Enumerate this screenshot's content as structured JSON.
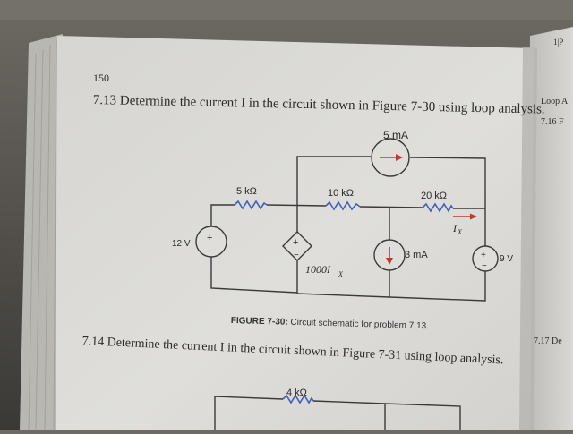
{
  "left_page": {
    "page_number": "150",
    "problem_713": "7.13  Determine the current I  in the circuit shown in Figure 7-30 using loop analysis.",
    "problem_714": "7.14  Determine the current I  in the circuit shown in Figure 7-31 using loop analysis."
  },
  "right_page": {
    "page_number": "1|P",
    "loop_heading": "Loop A",
    "problem_716": "7.16  F",
    "problem_717": "7.17  De"
  },
  "figure_7_30": {
    "caption_label": "FIGURE 7-30:",
    "caption_text": " Circuit schematic for problem 7.13.",
    "voltage_source_left": "12 V",
    "voltage_source_right": "9 V",
    "resistor_1": "5 kΩ",
    "resistor_2": "10 kΩ",
    "resistor_3": "20 kΩ",
    "current_source_top": "5 mA",
    "current_source_middle": "3 mA",
    "dependent_source": "1000I",
    "dependent_source_subscript": "X",
    "current_label": "I",
    "current_label_subscript": "X",
    "plus_sign": "+",
    "minus_sign": "−"
  },
  "figure_7_31": {
    "resistor_top": "4 kΩ"
  },
  "colors": {
    "resistor": "#3f5fb8",
    "arrow": "#c0392b",
    "wire": "#3a3a3a",
    "page": "#dddcd8"
  }
}
